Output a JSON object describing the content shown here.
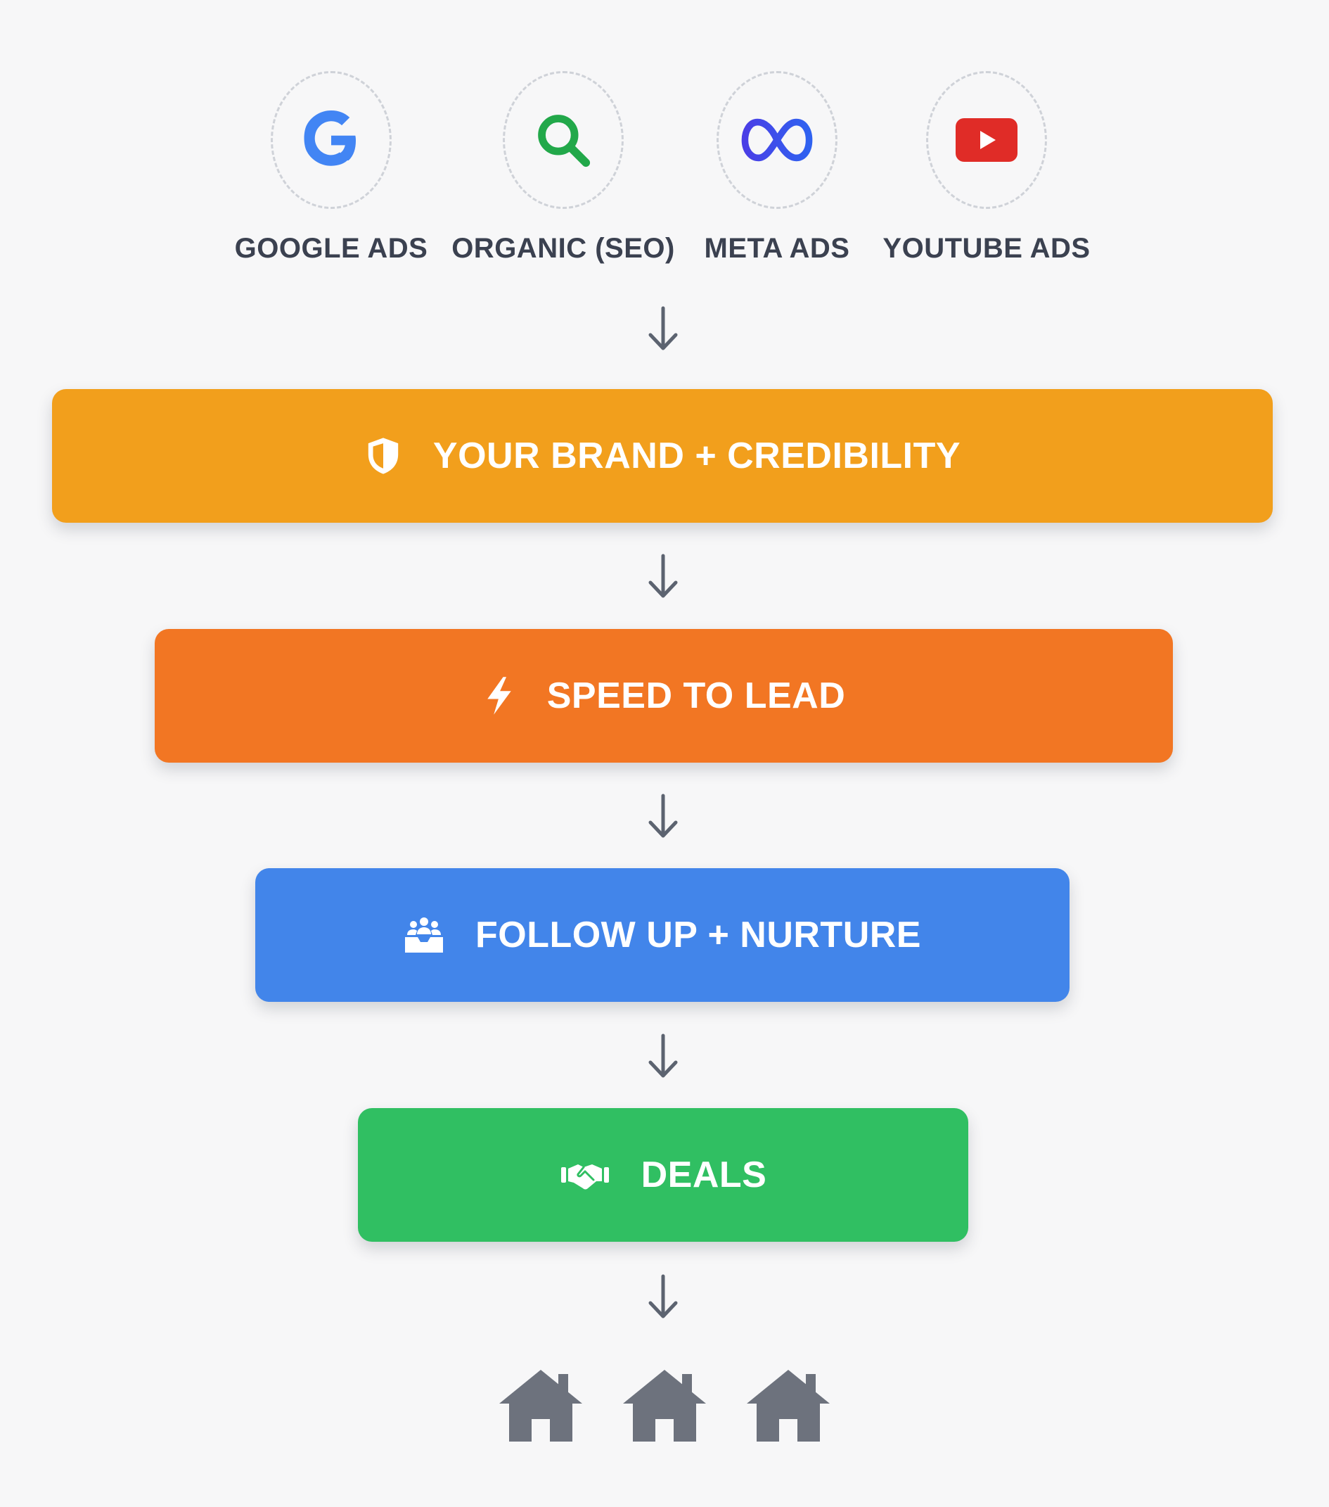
{
  "sources": [
    {
      "label": "GOOGLE ADS",
      "icon": "google-icon"
    },
    {
      "label": "ORGANIC (SEO)",
      "icon": "search-icon"
    },
    {
      "label": "META ADS",
      "icon": "meta-icon"
    },
    {
      "label": "YOUTUBE ADS",
      "icon": "youtube-icon"
    }
  ],
  "stages": [
    {
      "label": "YOUR BRAND + CREDIBILITY",
      "icon": "shield-icon",
      "color": "#f29f1c"
    },
    {
      "label": "SPEED TO LEAD",
      "icon": "lightning-icon",
      "color": "#f27623"
    },
    {
      "label": "FOLLOW UP + NURTURE",
      "icon": "group-inbox-icon",
      "color": "#4285ea"
    },
    {
      "label": "DEALS",
      "icon": "handshake-icon",
      "color": "#30bf62"
    }
  ],
  "outcome": {
    "icon": "house-icon",
    "count": 3
  },
  "colors": {
    "background": "#f7f7f8",
    "text": "#3b4150",
    "arrow": "#5c6370",
    "house": "#6d727d"
  }
}
